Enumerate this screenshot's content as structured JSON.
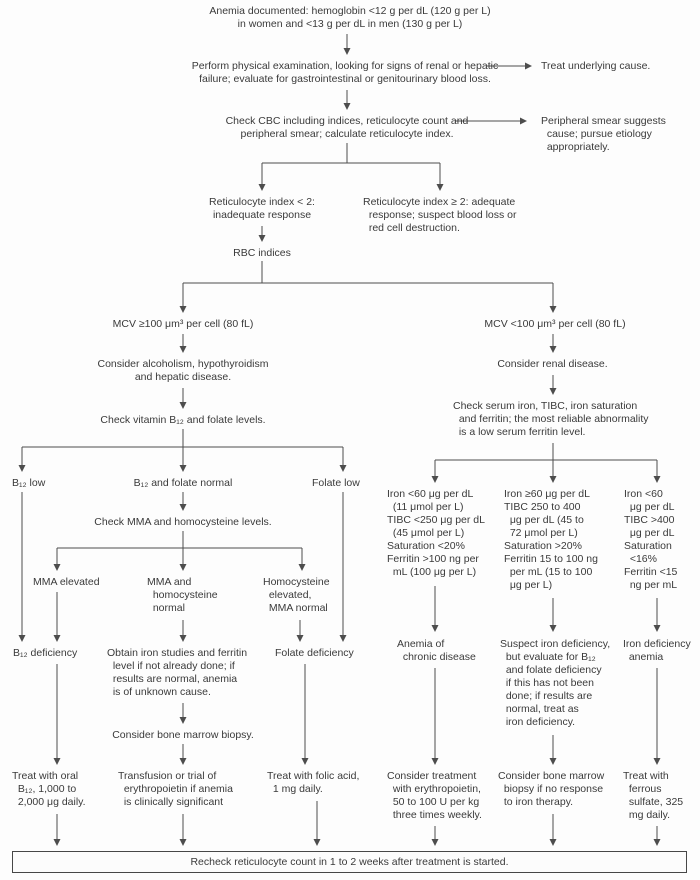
{
  "figure": {
    "background": "#fdfdfd",
    "line_color": "#4d4d4d",
    "text_color": "#3a3a3a"
  },
  "nodes": {
    "anemia_documented": {
      "text": "Anemia documented: hemoglobin <12 g per dL (120 g per L)\nin women and <13 g per dL in men (130 g per L)"
    },
    "perform_physical": {
      "text": "Perform physical examination, looking for signs of renal or hepatic\nfailure; evaluate for gastrointestinal or genitourinary blood loss."
    },
    "treat_underlying": {
      "text": "Treat underlying cause."
    },
    "check_cbc": {
      "text": "Check CBC including indices, reticulocyte count and\nperipheral smear; calculate reticulocyte index."
    },
    "peripheral_smear": {
      "text": "Peripheral smear suggests\n  cause; pursue etiology\n  appropriately."
    },
    "retic_lt2": {
      "text": "Reticulocyte index < 2:\ninadequate response"
    },
    "retic_ge2": {
      "text": "Reticulocyte index ≥ 2: adequate\n  response; suspect blood loss or\n  red cell destruction."
    },
    "rbc_indices": {
      "text": "RBC indices"
    },
    "mcv_high": {
      "text": "MCV ≥100 μm³ per cell (80 fL)"
    },
    "consider_alcoholism": {
      "text": "Consider alcoholism, hypothyroidism\nand hepatic disease."
    },
    "check_b12_folate": {
      "text": "Check vitamin B₁₂ and folate levels."
    },
    "b12_low": {
      "text": "B₁₂ low"
    },
    "b12_folate_normal": {
      "text": "B₁₂ and folate normal"
    },
    "folate_low": {
      "text": "Folate low"
    },
    "check_mma": {
      "text": "Check MMA and homocysteine levels."
    },
    "mma_elevated": {
      "text": "MMA elevated"
    },
    "mma_homo_normal": {
      "text": "MMA and\n  homocysteine\n  normal"
    },
    "homo_elevated": {
      "text": "Homocysteine\n  elevated,\n  MMA normal"
    },
    "b12_deficiency": {
      "text": "B₁₂ deficiency"
    },
    "obtain_iron": {
      "text": "Obtain iron studies and ferritin\n  level if not already done; if\n  results are normal, anemia\n  is of unknown cause."
    },
    "folate_deficiency": {
      "text": "Folate deficiency"
    },
    "consider_biopsy": {
      "text": "Consider bone marrow biopsy."
    },
    "treat_b12": {
      "text": "Treat with oral\n  B₁₂, 1,000 to\n  2,000 μg daily."
    },
    "transfusion": {
      "text": "Transfusion or trial of\n  erythropoietin if anemia\n  is clinically significant"
    },
    "treat_folic": {
      "text": "Treat with folic acid,\n  1 mg daily."
    },
    "mcv_low": {
      "text": "MCV <100 μm³ per cell (80 fL)"
    },
    "consider_renal": {
      "text": "Consider renal disease."
    },
    "check_serum": {
      "text": "Check serum iron, TIBC, iron saturation\n  and ferritin; the most reliable abnormality\n  is a low serum ferritin level."
    },
    "iron_panel_1": {
      "text": "Iron <60 μg per dL\n  (11 μmol per L)\nTIBC <250 μg per dL\n  (45 μmol per L)\nSaturation <20%\nFerritin >100 ng per\n  mL (100 μg per L)"
    },
    "iron_panel_2": {
      "text": "Iron ≥60 μg per dL\nTIBC 250 to 400\n  μg per dL (45 to\n  72 μmol per L)\nSaturation >20%\nFerritin 15 to 100 ng\n  per mL (15 to 100\n  μg per L)"
    },
    "iron_panel_3": {
      "text": "Iron <60\n  μg per dL\nTIBC >400\n  μg per dL\nSaturation\n  <16%\nFerritin <15\n  ng per mL"
    },
    "anemia_chronic": {
      "text": "Anemia of\n  chronic disease"
    },
    "suspect_iron": {
      "text": "Suspect iron deficiency,\n  but evaluate for B₁₂\n  and folate deficiency\n  if this has not been\n  done; if results are\n  normal, treat as\n  iron deficiency."
    },
    "iron_def_anemia": {
      "text": "Iron deficiency\n  anemia"
    },
    "consider_epo": {
      "text": "Consider treatment\n  with erythropoietin,\n  50 to 100 U per kg\n  three times weekly."
    },
    "consider_biopsy_2": {
      "text": "Consider bone marrow\n  biopsy if no response\n  to iron therapy."
    },
    "treat_ferrous": {
      "text": "Treat with\n  ferrous\n  sulfate, 325\n  mg daily."
    },
    "recheck": {
      "text": "Recheck reticulocyte count in 1 to 2 weeks after treatment is started."
    }
  }
}
